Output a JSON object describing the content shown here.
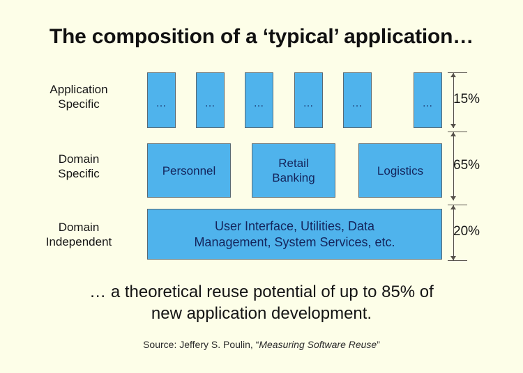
{
  "slide": {
    "title": "The composition of a ‘typical’ application…",
    "background_color": "#fdfee8",
    "box_fill_color": "#4fb3ec",
    "box_border_color": "#5a6a72",
    "box_text_color": "#14255c"
  },
  "rows": [
    {
      "id": "application-specific",
      "label_line1": "Application",
      "label_line2": "Specific",
      "percent": "15%",
      "boxes": [
        {
          "text": "…"
        },
        {
          "text": "…"
        },
        {
          "text": "…"
        },
        {
          "text": "…"
        },
        {
          "text": "…"
        },
        {
          "text": "…"
        }
      ]
    },
    {
      "id": "domain-specific",
      "label_line1": "Domain",
      "label_line2": "Specific",
      "percent": "65%",
      "boxes": [
        {
          "text": "Personnel"
        },
        {
          "text": "Retail\nBanking",
          "line1": "Retail",
          "line2": "Banking"
        },
        {
          "text": "Logistics"
        }
      ]
    },
    {
      "id": "domain-independent",
      "label_line1": "Domain",
      "label_line2": "Independent",
      "percent": "20%",
      "boxes": [
        {
          "line1": "User Interface, Utilities, Data",
          "line2": "Management, System Services, etc."
        }
      ]
    }
  ],
  "caption": {
    "line1": "… a theoretical reuse potential of up to 85% of",
    "line2": "new application development."
  },
  "source": {
    "prefix": "Source: Jeffery S. Poulin, “",
    "title": "Measuring Software Reuse",
    "suffix": "”"
  },
  "chart_data": {
    "type": "bar",
    "title": "The composition of a ‘typical’ application…",
    "categories": [
      "Application Specific",
      "Domain Specific",
      "Domain Independent"
    ],
    "values": [
      15,
      65,
      20
    ],
    "value_labels": [
      "15%",
      "65%",
      "20%"
    ],
    "xlabel": "",
    "ylabel": "",
    "ylim": [
      0,
      100
    ],
    "grid": false,
    "legend": "none",
    "annotations": [
      "… a theoretical reuse potential of up to 85% of new application development.",
      "Source: Jeffery S. Poulin, “Measuring Software Reuse”"
    ]
  }
}
